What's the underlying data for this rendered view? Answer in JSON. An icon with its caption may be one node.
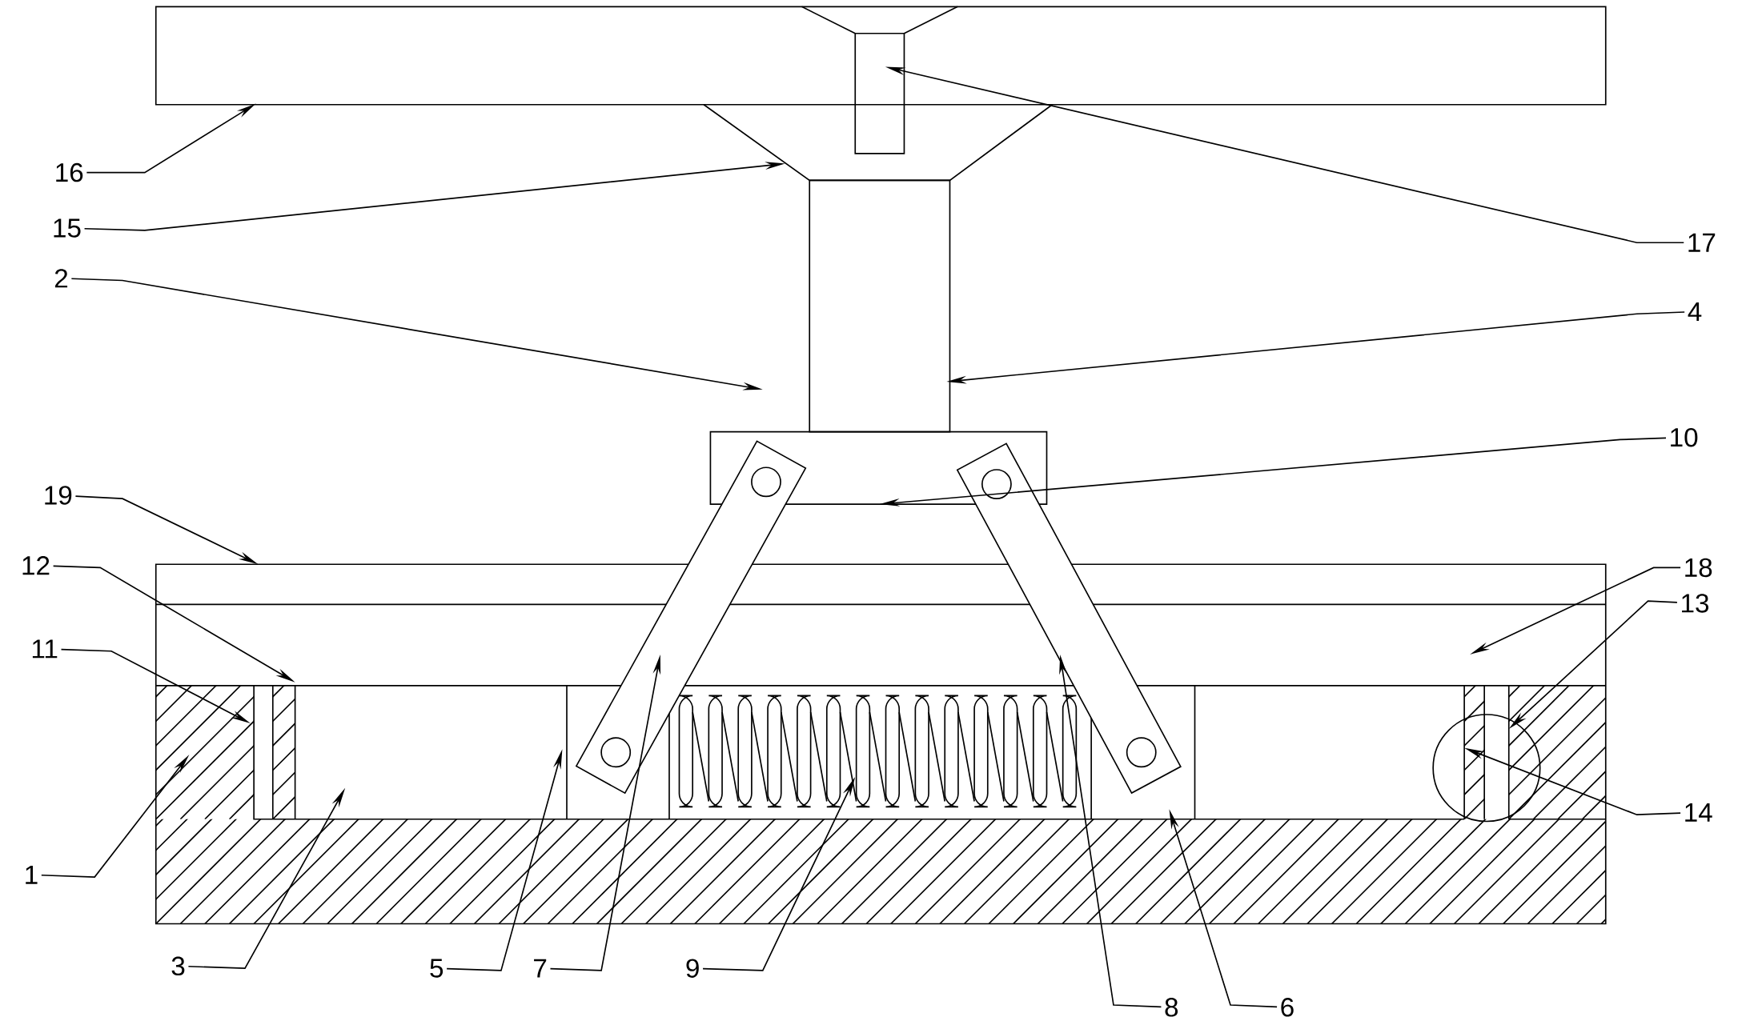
{
  "diagram": {
    "nodes": [
      {
        "text": [
          "16"
        ]
      },
      {
        "text": [
          "15"
        ]
      },
      {
        "text": [
          "17"
        ]
      },
      {
        "text": [
          "2"
        ]
      },
      {
        "text": [
          "4"
        ]
      },
      {
        "text": [
          "10"
        ]
      },
      {
        "text": [
          "19"
        ]
      },
      {
        "text": [
          "12"
        ]
      },
      {
        "text": [
          "18"
        ]
      },
      {
        "text": [
          "13"
        ]
      },
      {
        "text": [
          "11"
        ]
      },
      {
        "text": [
          "14"
        ]
      },
      {
        "text": [
          "1"
        ]
      },
      {
        "text": [
          "3"
        ]
      },
      {
        "text": [
          "5"
        ]
      },
      {
        "text": [
          "7"
        ]
      },
      {
        "text": [
          "9"
        ]
      },
      {
        "text": [
          "8"
        ]
      },
      {
        "text": [
          "6"
        ]
      }
    ],
    "edges": [
      {
        "from": 0,
        "to": null,
        "arrow": "to"
      },
      {
        "from": 1,
        "to": null,
        "arrow": "to"
      },
      {
        "from": 2,
        "to": null,
        "arrow": "to"
      },
      {
        "from": 3,
        "to": null,
        "arrow": "to"
      },
      {
        "from": 4,
        "to": null,
        "arrow": "to"
      },
      {
        "from": 5,
        "to": null,
        "arrow": "to"
      },
      {
        "from": 6,
        "to": null,
        "arrow": "to"
      },
      {
        "from": 7,
        "to": null,
        "arrow": "to"
      },
      {
        "from": 8,
        "to": null,
        "arrow": "to"
      },
      {
        "from": 9,
        "to": null,
        "arrow": "to"
      },
      {
        "from": 10,
        "to": null,
        "arrow": "to"
      },
      {
        "from": 11,
        "to": null,
        "arrow": "to"
      },
      {
        "from": 12,
        "to": null,
        "arrow": "to"
      },
      {
        "from": 13,
        "to": null,
        "arrow": "to"
      },
      {
        "from": 14,
        "to": null,
        "arrow": "to"
      },
      {
        "from": 15,
        "to": null,
        "arrow": "to"
      },
      {
        "from": 16,
        "to": null,
        "arrow": "to"
      },
      {
        "from": 17,
        "to": null,
        "arrow": "to"
      },
      {
        "from": 18,
        "to": null,
        "arrow": "to"
      }
    ]
  }
}
